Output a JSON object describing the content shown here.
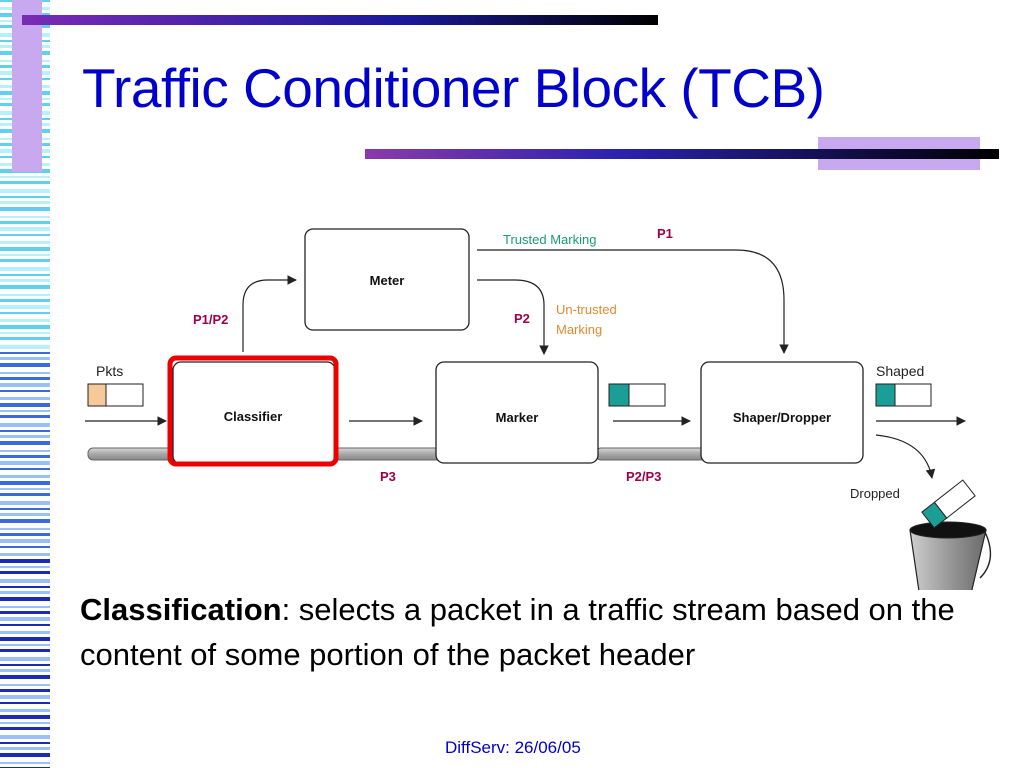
{
  "slide": {
    "title": "Traffic Conditioner Block (TCB)",
    "caption_term": "Classification",
    "caption_rest": ": selects a packet in a traffic stream based on the content of some portion of the packet header",
    "footer": "DiffServ: 26/06/05"
  },
  "diagram": {
    "blocks": {
      "meter": "Meter",
      "classifier": "Classifier",
      "marker": "Marker",
      "shaper": "Shaper/Dropper"
    },
    "labels": {
      "pkts": "Pkts",
      "shaped": "Shaped",
      "dropped": "Dropped",
      "trusted": "Trusted Marking",
      "untrusted_1": "Un-trusted",
      "untrusted_2": "Marking",
      "p1": "P1",
      "p1p2": "P1/P2",
      "p2": "P2",
      "p3": "P3",
      "p2p3": "P2/P3"
    },
    "colors": {
      "title_blue": "#0000cc",
      "label_magenta": "#a0004a",
      "trusted_teal": "#1a9a7a",
      "untrusted_orange": "#e08a30",
      "highlight_red": "#ee0000",
      "packet_orange": "#f7c89a",
      "packet_teal": "#1a9e96"
    }
  }
}
